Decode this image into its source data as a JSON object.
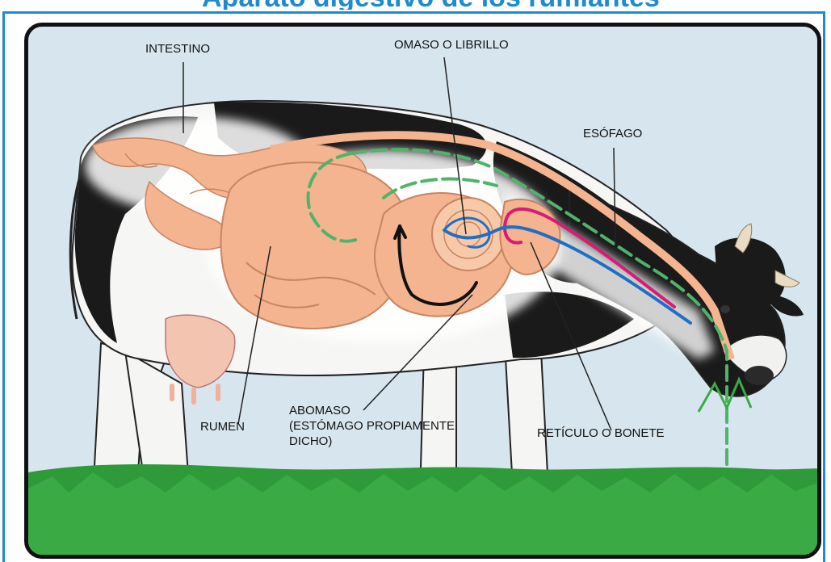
{
  "header": {
    "title_fragment": "Aparato digestivo de los rumiantes"
  },
  "labels": {
    "intestino": "INTESTINO",
    "omaso": "OMASO O LIBRILLO",
    "esofago": "ESÓFAGO",
    "abomaso_line1": "ABOMASO",
    "abomaso_line2": "(ESTÓMAGO PROPIAMENTE",
    "abomaso_line3": "DICHO)",
    "rumen": "RUMEN",
    "reticulo": "RETÍCULO O BONETE"
  },
  "colors": {
    "border_blue": "#1d8bd4",
    "panel_bg": "#d7e6ee",
    "organ": "#f3b48f",
    "path_green": "#4fb36a",
    "path_blue": "#1f6fc2",
    "path_magenta": "#d81b74",
    "path_black": "#111111",
    "grass": "#2f9a3a"
  }
}
